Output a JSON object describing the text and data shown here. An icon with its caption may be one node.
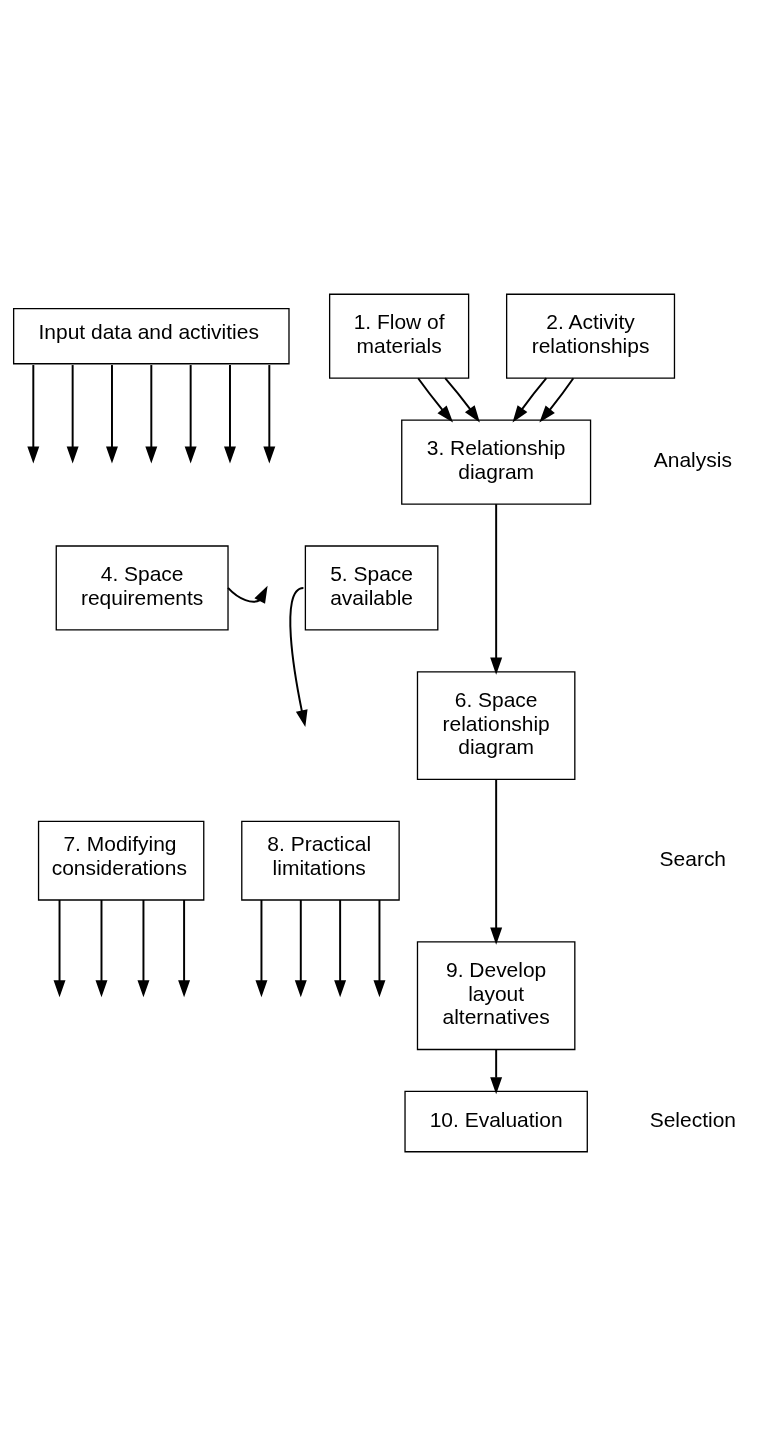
{
  "diagram": {
    "nodes": [
      {
        "text": [
          "Input data and activities"
        ]
      },
      {
        "text": [
          "1. Flow of materials"
        ]
      },
      {
        "text": [
          "2. Activity relationships"
        ]
      },
      {
        "text": [
          "3. Relationship diagram"
        ]
      },
      {
        "text": [
          "4. Space requirements"
        ]
      },
      {
        "text": [
          "5. Space available"
        ]
      },
      {
        "text": [
          "6. Space relationship diagram"
        ]
      },
      {
        "text": [
          "7. Modifying considerations"
        ]
      },
      {
        "text": [
          "8. Practical limitations"
        ]
      },
      {
        "text": [
          "9. Develop layout alternatives"
        ]
      },
      {
        "text": [
          "10. Evaluation"
        ]
      }
    ],
    "edges": [
      {
        "from": 0,
        "to": null,
        "arrow": "to"
      },
      {
        "from": 0,
        "to": null,
        "arrow": "to"
      },
      {
        "from": 0,
        "to": null,
        "arrow": "to"
      },
      {
        "from": 0,
        "to": null,
        "arrow": "to"
      },
      {
        "from": 0,
        "to": null,
        "arrow": "to"
      },
      {
        "from": 0,
        "to": null,
        "arrow": "to"
      },
      {
        "from": 0,
        "to": null,
        "arrow": "to"
      },
      {
        "from": 1,
        "to": 3,
        "arrow": "to"
      },
      {
        "from": 1,
        "to": 3,
        "arrow": "to"
      },
      {
        "from": 2,
        "to": 3,
        "arrow": "to"
      },
      {
        "from": 2,
        "to": 3,
        "arrow": "to"
      },
      {
        "from": 3,
        "to": 6,
        "arrow": "to"
      },
      {
        "from": 4,
        "to": null,
        "arrow": "to"
      },
      {
        "from": 5,
        "to": null,
        "arrow": "to"
      },
      {
        "from": 6,
        "to": 9,
        "arrow": "to"
      },
      {
        "from": 7,
        "to": null,
        "arrow": "to"
      },
      {
        "from": 7,
        "to": null,
        "arrow": "to"
      },
      {
        "from": 7,
        "to": null,
        "arrow": "to"
      },
      {
        "from": 7,
        "to": null,
        "arrow": "to"
      },
      {
        "from": 8,
        "to": null,
        "arrow": "to"
      },
      {
        "from": 8,
        "to": null,
        "arrow": "to"
      },
      {
        "from": 8,
        "to": null,
        "arrow": "to"
      },
      {
        "from": 8,
        "to": null,
        "arrow": "to"
      },
      {
        "from": 9,
        "to": 10,
        "arrow": "to"
      }
    ],
    "labels": [
      "Analysis",
      "Search",
      "Selection"
    ]
  }
}
